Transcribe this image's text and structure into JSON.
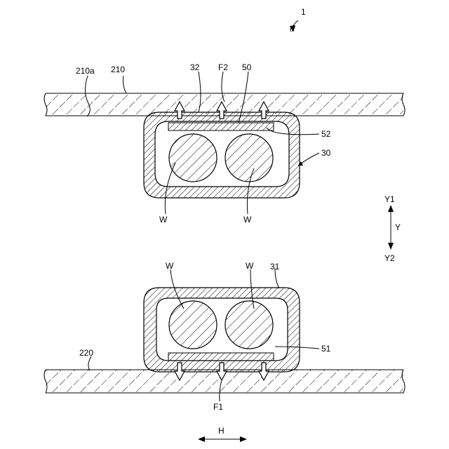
{
  "figure_ref": "1",
  "parts": {
    "upper_plate": "210",
    "upper_plate_surface": "210a",
    "lower_plate": "220",
    "upper_tube": "30",
    "lower_tube": "31",
    "upper_inner_film": "32",
    "upper_member": "50",
    "lower_member": "51",
    "upper_member_edge": "52"
  },
  "forces": {
    "upper": "F2",
    "lower": "F1"
  },
  "workpiece": "W",
  "directions": {
    "axis": "Y",
    "up": "Y1",
    "down": "Y2",
    "horizontal": "H"
  }
}
